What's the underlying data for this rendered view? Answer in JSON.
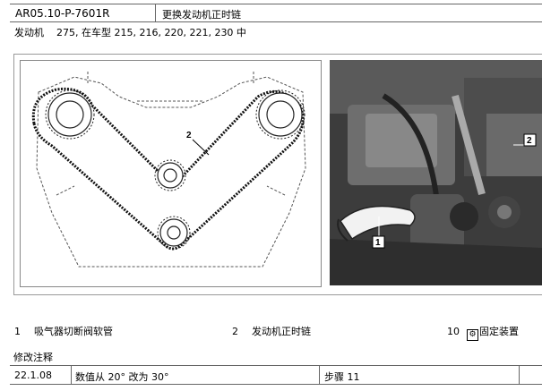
{
  "header": {
    "doc_code": "AR05.10-P-7601R",
    "title": "更换发动机正时链"
  },
  "models": {
    "engine_label": "发动机",
    "engine_number": "275, 在车型 215, 216, 220, 221, 230 中"
  },
  "figure": {
    "diagram_callout": "2",
    "photo_callouts": [
      "1",
      "2"
    ]
  },
  "legend": [
    {
      "num": "1",
      "text": "吸气器切断阀软管"
    },
    {
      "num": "2",
      "text": "发动机正时链"
    },
    {
      "num": "10",
      "text": "固定装置"
    }
  ],
  "notes": {
    "heading": "修改注释",
    "date": "22.1.08",
    "change": "数值从 20° 改为 30°",
    "step": "步骤 11"
  }
}
